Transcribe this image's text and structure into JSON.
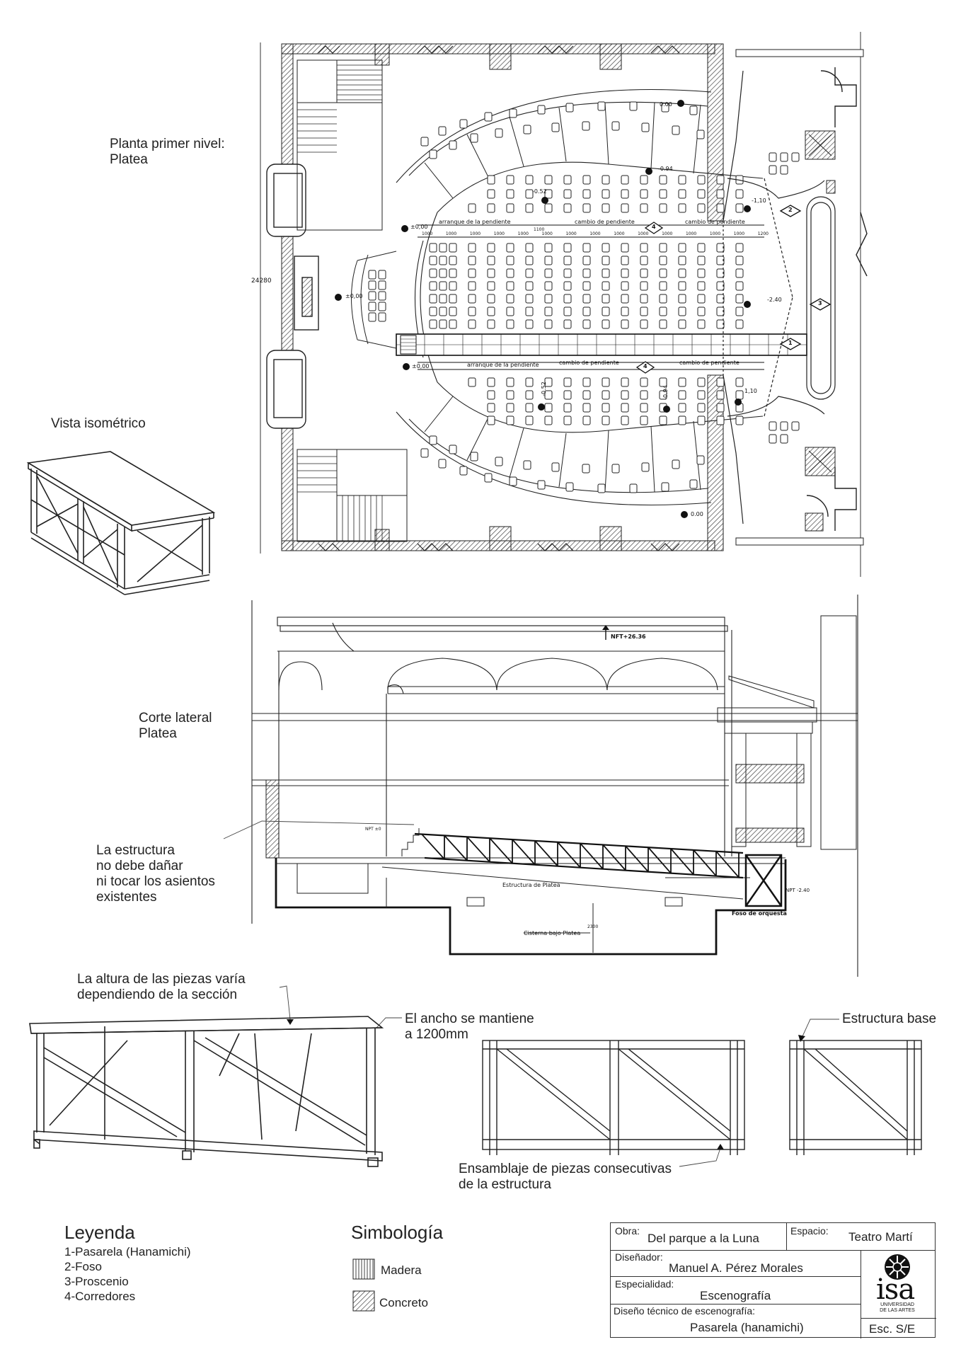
{
  "labels": {
    "plan_title": "Planta primer nivel:\nPlatea",
    "iso_title": "Vista isométrico",
    "section_title": "Corte lateral\nPlatea",
    "section_note": "La estructura\nno debe dañar\nni tocar los asientos\n existentes",
    "height_note": "La altura de las piezas varía\ndependiendo de la sección",
    "width_note": "El ancho se mantiene\na 1200mm",
    "base_note": "Estructura base",
    "assembly_note": "Ensamblaje de piezas consecutivas\n de la estructura"
  },
  "plan": {
    "dimension": "24280",
    "levels": [
      "0.00",
      "-0.94",
      "-0.52",
      "-1,10",
      "±0,00",
      "±0,00",
      "±0,00",
      "-2.40",
      "-0.52",
      "-0.94",
      "1,10",
      "0.00"
    ],
    "slope_top": [
      "arranque de la pendiente",
      "cambio de pendiente",
      "cambio de pendiente"
    ],
    "slope_bottom": [
      "arranque de la pendiente",
      "cambio de pendiente",
      "cambio de pendiente"
    ],
    "dims_top": [
      "1000",
      "1000",
      "1000",
      "1000",
      "1000",
      "1000",
      "1000",
      "1000",
      "1000",
      "1000",
      "1000",
      "1000",
      "1000",
      "1000",
      "1200"
    ],
    "dim_1100": "1100",
    "markers": [
      "1",
      "2",
      "3",
      "4",
      "4"
    ]
  },
  "section": {
    "nft": "NFT+26.36",
    "npt_left": "NPT ±0",
    "npt_right": "NPT -2.40",
    "structure": "Estructura de Platea",
    "cistern": "Cisterna bajo Platea",
    "pit": "Foso de orquesta",
    "dim": "2300"
  },
  "legend": {
    "title": "Leyenda",
    "items": [
      "1-Pasarela (Hanamichi)",
      "2-Foso",
      "3-Proscenio",
      "4-Corredores"
    ]
  },
  "symbols": {
    "title": "Simbología",
    "items": [
      "Madera",
      "Concreto"
    ]
  },
  "title_block": {
    "obra_label": "Obra:",
    "obra": "Del parque a la Luna",
    "espacio_label": "Espacio:",
    "espacio": "Teatro Martí",
    "disenador_label": "Diseñador:",
    "disenador": "Manuel A. Pérez Morales",
    "especialidad_label": "Especialidad:",
    "especialidad": "Escenografía",
    "diseno_label": "Diseño técnico de escenografía:",
    "diseno": "Pasarela (hanamichi)",
    "logo": "isa",
    "logo_sub": "UNIVERSIDAD\nDE LAS ARTES",
    "scale": "Esc. S/E"
  },
  "colors": {
    "ink": "#111111",
    "hatch": "#555555",
    "paper": "#ffffff"
  }
}
